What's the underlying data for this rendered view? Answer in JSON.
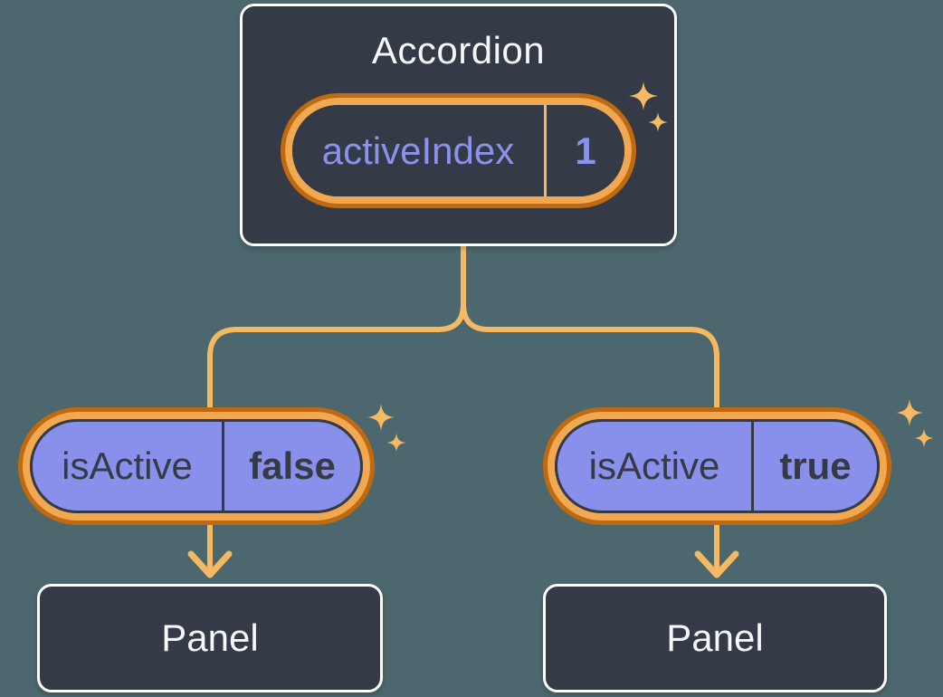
{
  "colors": {
    "bg": "#4C676E",
    "box-fill": "#343A46",
    "box-border": "#FFFFFF",
    "text-light": "#F6F7F9",
    "purple-fill": "#8890EC",
    "purple-text": "#8A92EE",
    "dark-text": "#353A44",
    "orange-dark": "#C1690F",
    "orange-ring": "#F2A850",
    "orange-line": "#F6B963"
  },
  "accordion": {
    "title": "Accordion",
    "state_pill": {
      "label": "activeIndex",
      "value": "1"
    }
  },
  "panels": [
    {
      "prop_pill": {
        "label": "isActive",
        "value": "false"
      },
      "label": "Panel"
    },
    {
      "prop_pill": {
        "label": "isActive",
        "value": "true"
      },
      "label": "Panel"
    }
  ]
}
